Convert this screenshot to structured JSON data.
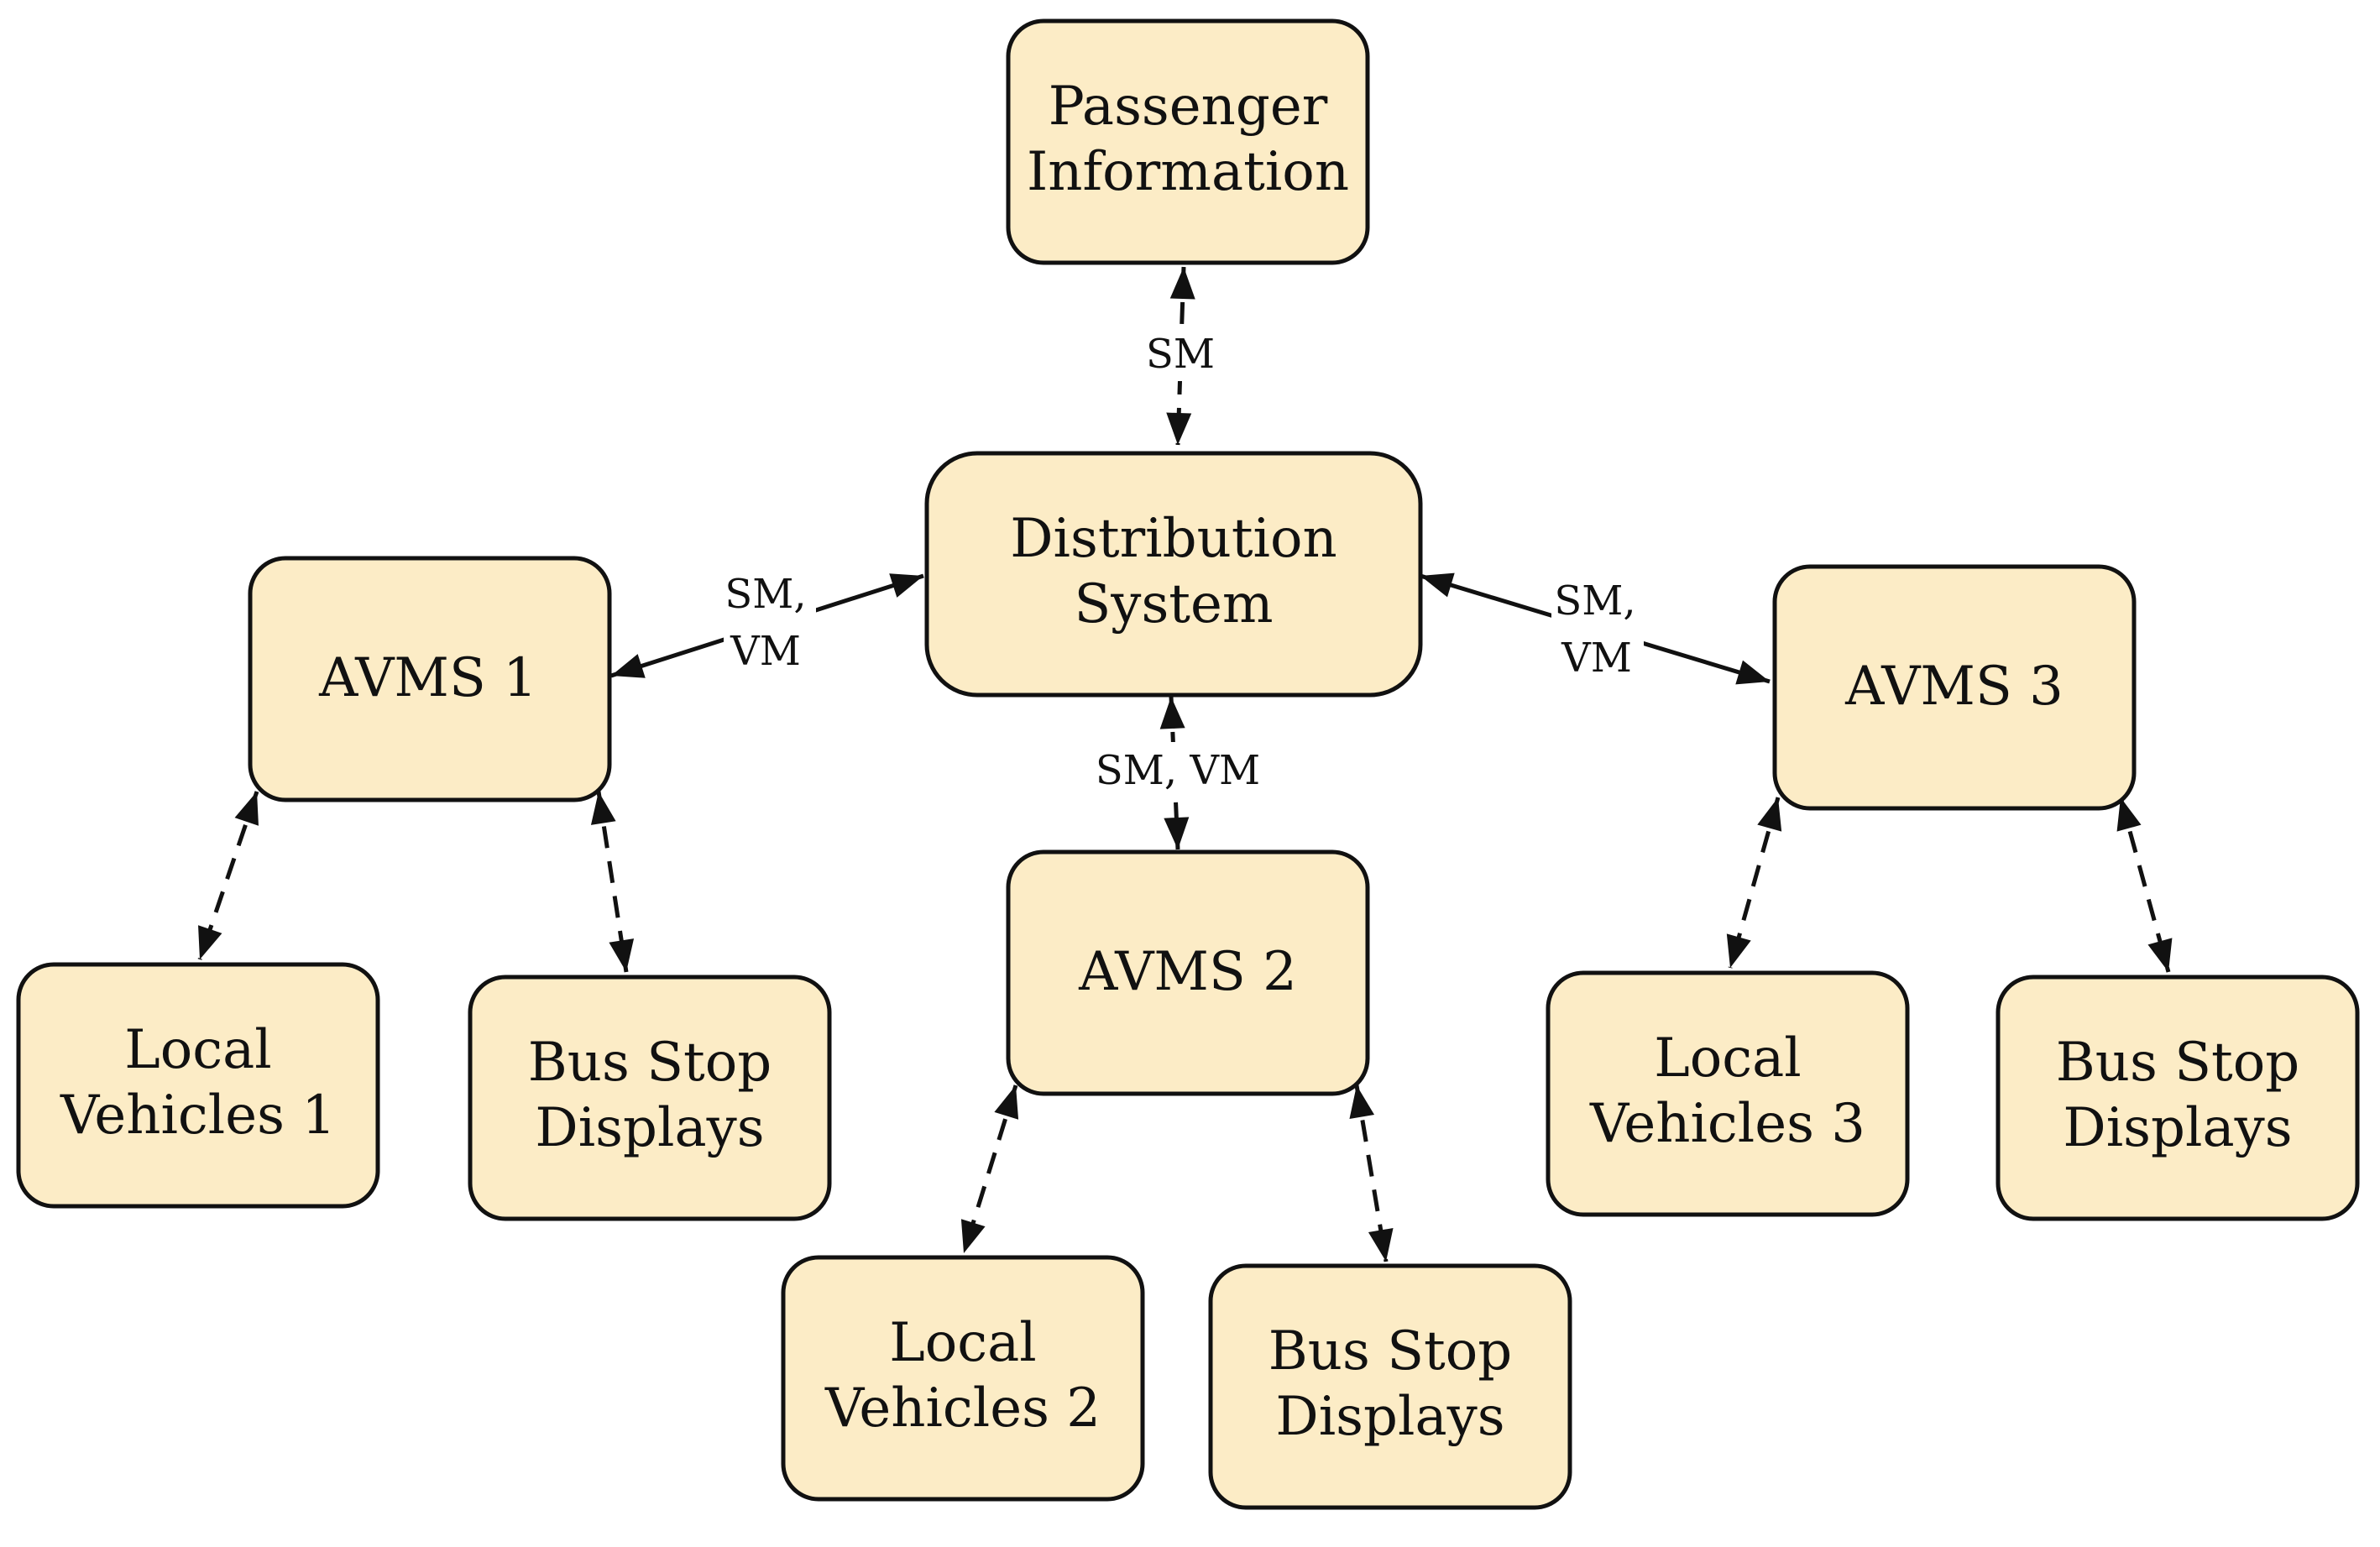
{
  "colors": {
    "node_fill": "#fcecc6",
    "stroke": "#111111",
    "background": "#ffffff"
  },
  "nodes": {
    "passenger": [
      "Passenger",
      "Information"
    ],
    "distribution": [
      "Distribution",
      "System"
    ],
    "avms1": [
      "AVMS 1"
    ],
    "avms2": [
      "AVMS 2"
    ],
    "avms3": [
      "AVMS 3"
    ],
    "local1": [
      "Local",
      "Vehicles 1"
    ],
    "local2": [
      "Local",
      "Vehicles 2"
    ],
    "local3": [
      "Local",
      "Vehicles 3"
    ],
    "bus1": [
      "Bus Stop",
      "Displays"
    ],
    "bus2": [
      "Bus Stop",
      "Displays"
    ],
    "bus3": [
      "Bus Stop",
      "Displays"
    ]
  },
  "edges": [
    {
      "from": "passenger",
      "to": "distribution",
      "style": "dashed",
      "label": [
        "SM"
      ]
    },
    {
      "from": "distribution",
      "to": "avms1",
      "style": "solid",
      "label": [
        "SM,",
        "VM"
      ]
    },
    {
      "from": "distribution",
      "to": "avms3",
      "style": "solid",
      "label": [
        "SM,",
        "VM"
      ]
    },
    {
      "from": "distribution",
      "to": "avms2",
      "style": "dashed",
      "label": [
        "SM, VM"
      ]
    },
    {
      "from": "avms1",
      "to": "local1",
      "style": "dashed",
      "label": []
    },
    {
      "from": "avms1",
      "to": "bus1",
      "style": "dashed",
      "label": []
    },
    {
      "from": "avms2",
      "to": "local2",
      "style": "dashed",
      "label": []
    },
    {
      "from": "avms2",
      "to": "bus2",
      "style": "dashed",
      "label": []
    },
    {
      "from": "avms3",
      "to": "local3",
      "style": "dashed",
      "label": []
    },
    {
      "from": "avms3",
      "to": "bus3",
      "style": "dashed",
      "label": []
    }
  ]
}
